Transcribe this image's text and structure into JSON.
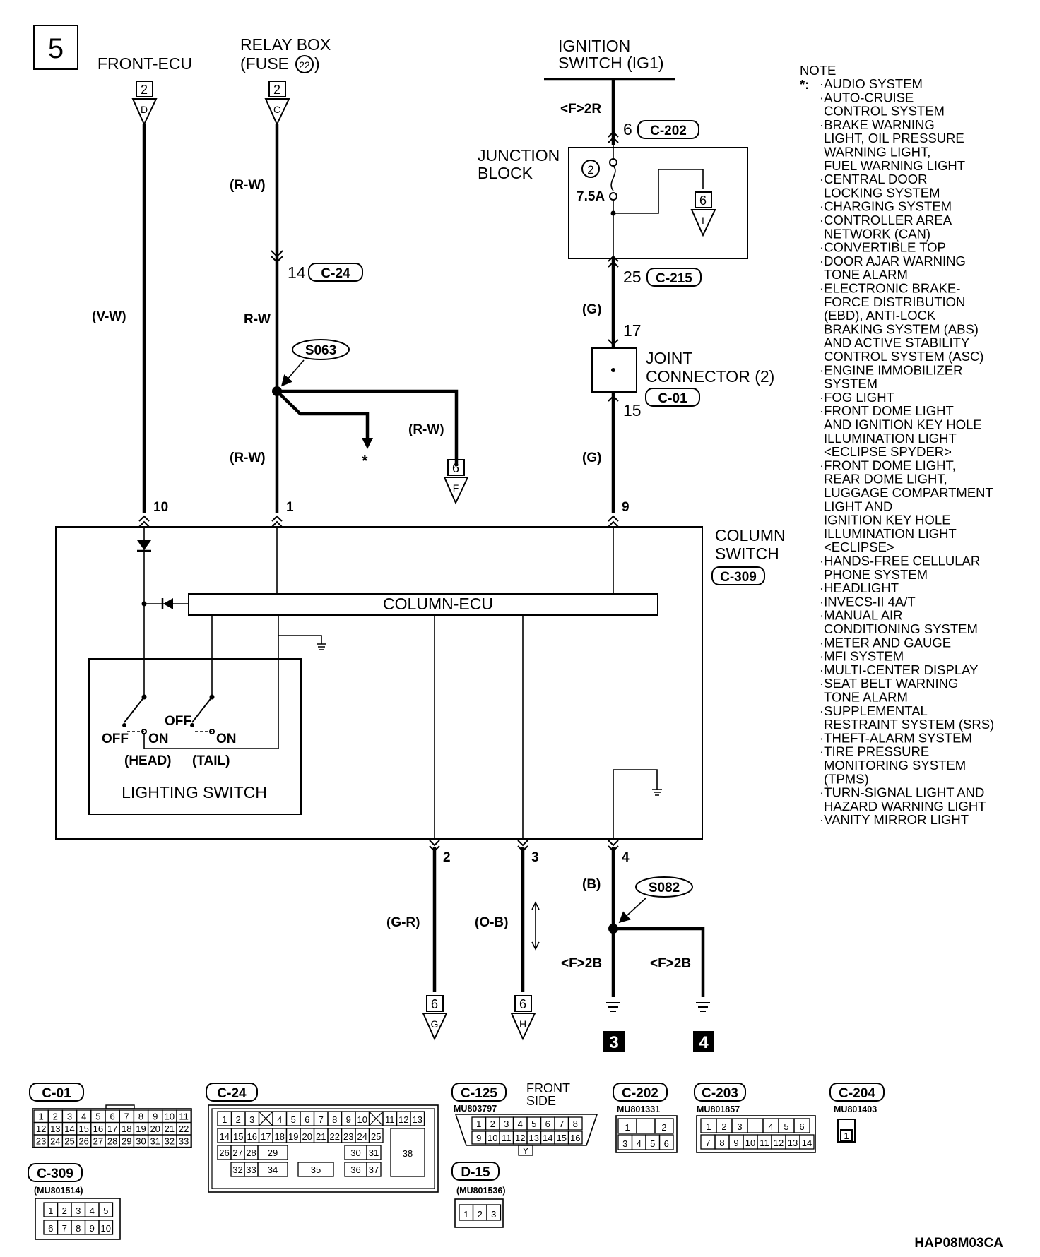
{
  "page_number": "5",
  "components": {
    "front_ecu": "FRONT-ECU",
    "relay_box_l1": "RELAY BOX",
    "relay_box_fuse": "(FUSE",
    "relay_box_fuse_no": "22",
    "relay_box_close": ")",
    "ignition_l1": "IGNITION",
    "ignition_l2": "SWITCH (IG1)",
    "junction_l1": "JUNCTION",
    "junction_l2": "BLOCK",
    "joint_l1": "JOINT",
    "joint_l2": "CONNECTOR (2)",
    "column_l1": "COLUMN",
    "column_l2": "SWITCH",
    "column_ecu": "COLUMN-ECU",
    "lighting_switch": "LIGHTING SWITCH",
    "fuse_no": "2",
    "fuse_rating": "7.5A"
  },
  "connectors": {
    "front_ecu_num": "2",
    "front_ecu_letter": "D",
    "relay_num": "2",
    "relay_letter": "C",
    "jb_num": "6",
    "jb_letter": "I",
    "f_num": "6",
    "f_letter": "F",
    "g_num": "6",
    "g_letter": "G",
    "h_num": "6",
    "h_letter": "H",
    "c202": "C-202",
    "c24": "C-24",
    "c215": "C-215",
    "c01": "C-01",
    "c309": "C-309"
  },
  "wires": {
    "vw": "(V-W)",
    "rw_paren": "(R-W)",
    "rw": "R-W",
    "rw_paren2": "(R-W)",
    "rw_branch": "(R-W)",
    "g1": "(G)",
    "g2": "(G)",
    "b": "(B)",
    "gr": "(G-R)",
    "ob": "(O-B)",
    "f2r": "<F>2R",
    "f2b_1": "<F>2B",
    "f2b_2": "<F>2B"
  },
  "pins": {
    "p6": "6",
    "p14": "14",
    "p25": "25",
    "p17": "17",
    "p15": "15",
    "p10": "10",
    "p1": "1",
    "p9": "9",
    "p2": "2",
    "p3": "3",
    "p4": "4"
  },
  "splices": {
    "s063": "S063",
    "s082": "S082"
  },
  "switch": {
    "off1": "OFF",
    "on1": "ON",
    "off2": "OFF",
    "on2": "ON",
    "head": "(HEAD)",
    "tail": "(TAIL)"
  },
  "grounds": {
    "g3": "3",
    "g4": "4"
  },
  "asterisk": "*",
  "note": {
    "title": "NOTE",
    "marker": "*:",
    "lines": [
      "·AUDIO SYSTEM",
      "·AUTO-CRUISE",
      "CONTROL SYSTEM",
      "·BRAKE WARNING",
      "LIGHT, OIL PRESSURE",
      "WARNING LIGHT,",
      "FUEL WARNING LIGHT",
      "·CENTRAL DOOR",
      "LOCKING SYSTEM",
      "·CHARGING SYSTEM",
      "·CONTROLLER AREA",
      "NETWORK (CAN)",
      "·CONVERTIBLE TOP",
      "·DOOR AJAR WARNING",
      "TONE ALARM",
      "·ELECTRONIC BRAKE-",
      "FORCE DISTRIBUTION",
      "(EBD), ANTI-LOCK",
      "BRAKING SYSTEM (ABS)",
      "AND ACTIVE STABILITY",
      "CONTROL SYSTEM (ASC)",
      "·ENGINE IMMOBILIZER",
      "SYSTEM",
      "·FOG LIGHT",
      "·FRONT DOME LIGHT",
      "AND IGNITION KEY HOLE",
      "ILLUMINATION LIGHT",
      "<ECLIPSE SPYDER>",
      "·FRONT DOME LIGHT,",
      "REAR DOME LIGHT,",
      "LUGGAGE COMPARTMENT",
      "LIGHT AND",
      "IGNITION KEY HOLE",
      "ILLUMINATION LIGHT",
      "<ECLIPSE>",
      "·HANDS-FREE CELLULAR",
      "PHONE SYSTEM",
      "·HEADLIGHT",
      "·INVECS-II 4A/T",
      "·MANUAL AIR",
      "CONDITIONING SYSTEM",
      "·METER AND GAUGE",
      "·MFI SYSTEM",
      "·MULTI-CENTER DISPLAY",
      "·SEAT BELT WARNING",
      "TONE ALARM",
      "·SUPPLEMENTAL",
      "RESTRAINT SYSTEM (SRS)",
      "·THEFT-ALARM SYSTEM",
      "·TIRE PRESSURE",
      "MONITORING SYSTEM",
      "(TPMS)",
      "·TURN-SIGNAL LIGHT AND",
      "HAZARD WARNING LIGHT",
      "·VANITY MIRROR LIGHT"
    ]
  },
  "connector_views": {
    "c01": {
      "label": "C-01",
      "rows": [
        [
          "1",
          "2",
          "3",
          "4",
          "5",
          "6",
          "7",
          "8",
          "9",
          "10",
          "11"
        ],
        [
          "12",
          "13",
          "14",
          "15",
          "16",
          "17",
          "18",
          "19",
          "20",
          "21",
          "22"
        ],
        [
          "23",
          "24",
          "25",
          "26",
          "27",
          "28",
          "29",
          "30",
          "31",
          "32",
          "33"
        ]
      ]
    },
    "c24": {
      "label": "C-24",
      "row1": [
        "1",
        "2",
        "3",
        "",
        "4",
        "5",
        "6",
        "7",
        "8",
        "9",
        "10",
        "",
        "11",
        "12",
        "13"
      ],
      "row2": [
        "14",
        "15",
        "16",
        "17",
        "18",
        "19",
        "20",
        "21",
        "22",
        "23",
        "24",
        "25"
      ],
      "row3": [
        "26",
        "27",
        "28",
        "29",
        "30",
        "31"
      ],
      "row4": [
        "32",
        "33",
        "34",
        "35",
        "36",
        "37"
      ],
      "big": "38"
    },
    "c125": {
      "label": "C-125",
      "part": "MU803797",
      "side_l1": "FRONT",
      "side_l2": "SIDE",
      "row1": [
        "1",
        "2",
        "3",
        "4",
        "5",
        "6",
        "7",
        "8"
      ],
      "row2": [
        "9",
        "10",
        "11",
        "12",
        "13",
        "14",
        "15",
        "16"
      ],
      "key": "Y"
    },
    "c202": {
      "label": "C-202",
      "part": "MU801331",
      "row1": [
        "1",
        "",
        "2"
      ],
      "row2": [
        "3",
        "4",
        "5",
        "6"
      ]
    },
    "c203": {
      "label": "C-203",
      "part": "MU801857",
      "row1": [
        "1",
        "2",
        "3",
        "",
        "4",
        "5",
        "6"
      ],
      "row2": [
        "7",
        "8",
        "9",
        "10",
        "11",
        "12",
        "13",
        "14"
      ]
    },
    "c204": {
      "label": "C-204",
      "part": "MU801403",
      "pin": "1"
    },
    "c309": {
      "label": "C-309",
      "part": "(MU801514)",
      "row1": [
        "1",
        "2",
        "3",
        "4",
        "5"
      ],
      "row2": [
        "6",
        "7",
        "8",
        "9",
        "10"
      ]
    },
    "d15": {
      "label": "D-15",
      "part": "(MU801536)",
      "row1": [
        "1",
        "2",
        "3"
      ]
    }
  },
  "figure_code": "HAP08M03CA"
}
